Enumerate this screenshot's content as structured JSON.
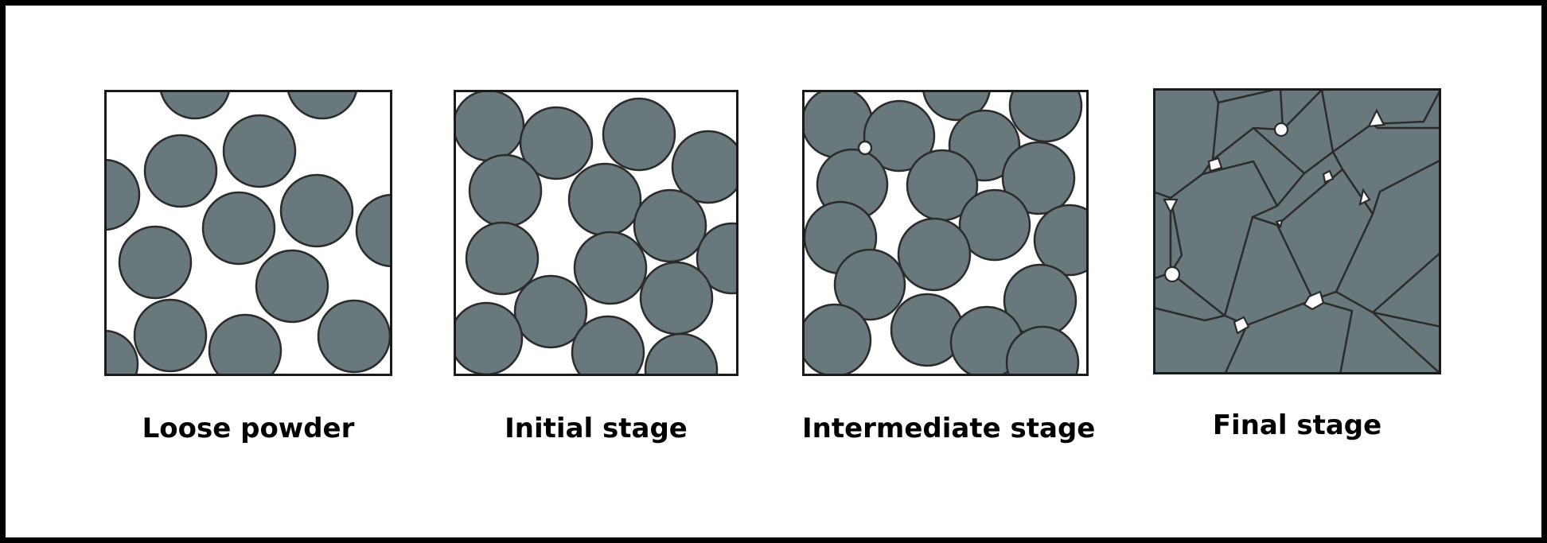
{
  "figure": {
    "panels": [
      {
        "label": "Loose powder"
      },
      {
        "label": "Initial stage"
      },
      {
        "label": "Intermediate stage"
      },
      {
        "label": "Final stage"
      }
    ]
  },
  "colors": {
    "particle_fill": "#69787d",
    "particle_stroke": "#2b2b2b",
    "panel_border": "#1a1a1a",
    "background": "#ffffff",
    "frame": "#000000"
  }
}
